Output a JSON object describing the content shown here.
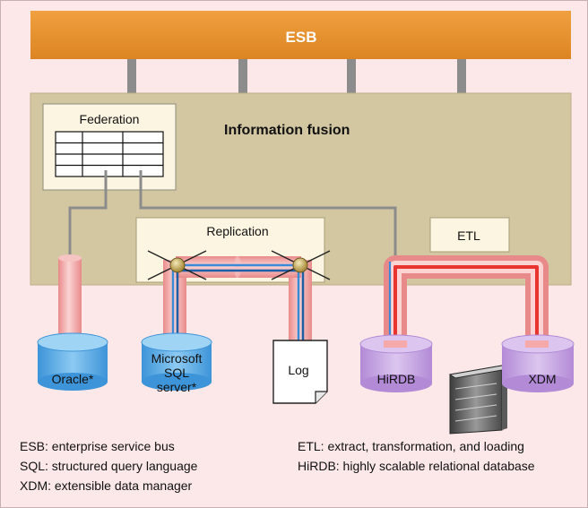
{
  "diagram": {
    "esb_label": "ESB",
    "info_fusion_label": "Information fusion",
    "federation_label": "Federation",
    "replication_label": "Replication",
    "etl_label": "ETL",
    "databases": {
      "oracle": "Oracle*",
      "mssql_line1": "Microsoft",
      "mssql_line2": "SQL",
      "mssql_line3": "server*",
      "log": "Log",
      "hirdb": "HiRDB",
      "xdm": "XDM"
    }
  },
  "legend": {
    "left": [
      "ESB: enterprise service bus",
      "SQL: structured query language",
      "XDM: extensible data manager"
    ],
    "right": [
      "ETL: extract, transformation, and loading",
      "HiRDB: highly scalable relational database"
    ]
  },
  "colors": {
    "background": "#fce8e8",
    "esb": "#e8922a",
    "fusion": "#d3c7a2",
    "pipe": "#f5a9a9",
    "pipe_dark": "#e46a6a",
    "flow": "#3a8ad8",
    "flow_red": "#e8332e",
    "db_blue": "#5aaee6",
    "db_purple": "#c49ee0",
    "connector": "#8c8c8c"
  }
}
